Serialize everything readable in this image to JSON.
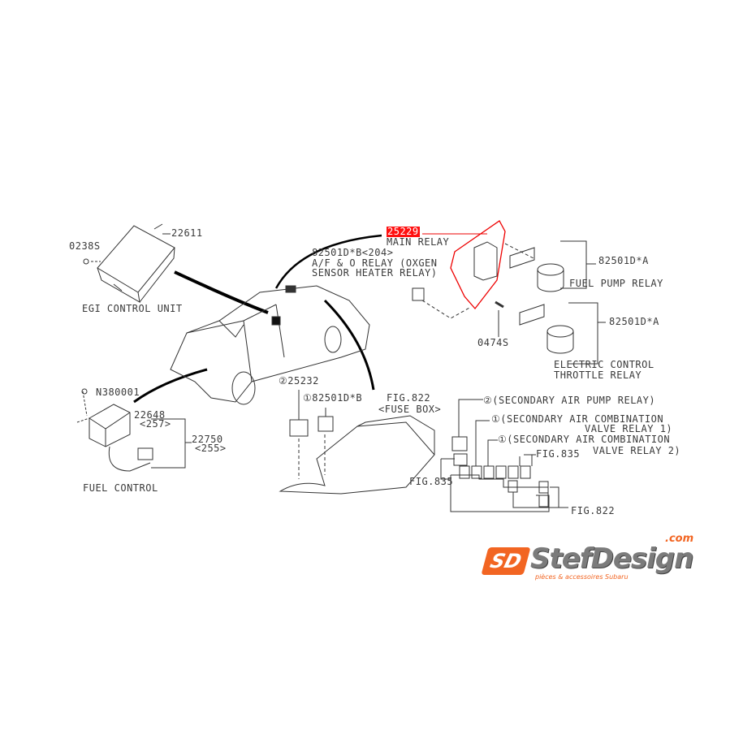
{
  "main_relay": {
    "part_no": "25229",
    "name": "MAIN RELAY",
    "highlight_color": "#ff1010"
  },
  "af_relay": {
    "part_no": "82501D*B<204>",
    "line1": "A/F & O  RELAY (OXGEN",
    "line2": "SENSOR HEATER RELAY)"
  },
  "fuel_pump_relay": {
    "part_no": "82501D*A",
    "name": "FUEL PUMP RELAY"
  },
  "throttle_relay": {
    "part_no": "82501D*A",
    "line1": "ELECTRIC CONTROL",
    "line2": "THROTTLE RELAY"
  },
  "screw": {
    "part_no": "0474S"
  },
  "egi": {
    "part_no": "22611",
    "screw": "0238S",
    "name": "EGI CONTROL UNIT"
  },
  "fuel_control": {
    "nut": "N380001",
    "part1": "22648",
    "part1_ref": "<257>",
    "part2": "22750",
    "part2_ref": "<255>",
    "name": "FUEL CONTROL"
  },
  "fuse_box": {
    "relay_a": "②25232",
    "relay_b": "①82501D*B",
    "fig": "FIG.822",
    "name": "<FUSE BOX>"
  },
  "layout_callouts": {
    "pump": "②(SECONDARY AIR PUMP RELAY)",
    "valve1_l1": "①(SECONDARY AIR COMBINATION",
    "valve1_l2": "VALVE RELAY 1)",
    "valve2_l1": "①(SECONDARY AIR COMBINATION",
    "valve2_l2": "VALVE RELAY 2)",
    "fig835_a": "FIG.835",
    "fig835_b": "FIG.835",
    "fig822": "FIG.822"
  },
  "logo": {
    "mark": "SD",
    "text": "StefDesign",
    "com": ".com",
    "tagline": "pièces & accessoires Subaru",
    "color": "#f26522"
  }
}
